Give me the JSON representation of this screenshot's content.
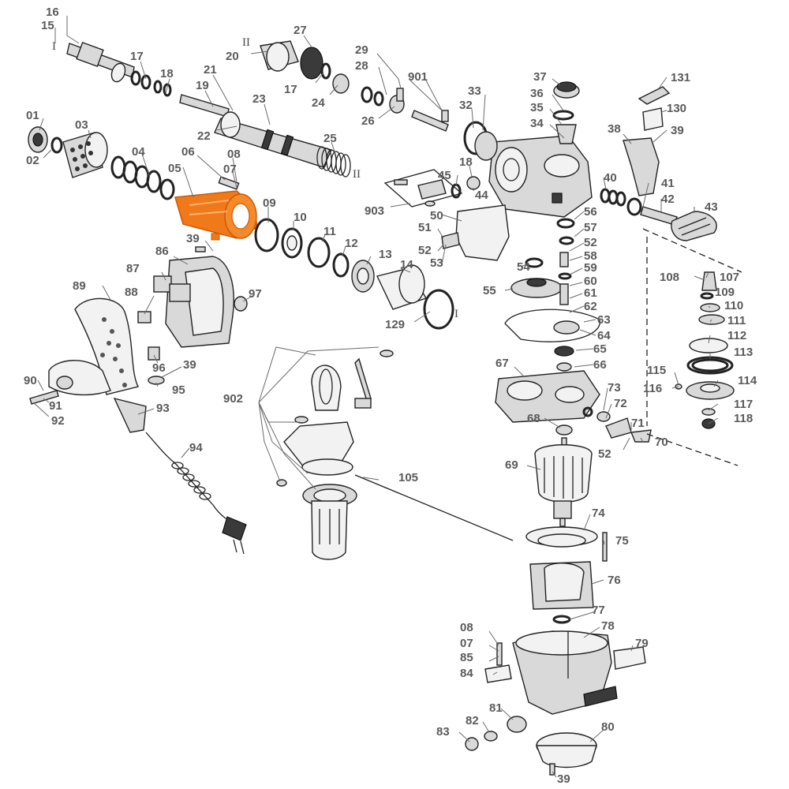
{
  "diagram": {
    "highlight_color": "#f07a1a",
    "highlighted_part": "05",
    "labels": [
      "16",
      "15",
      "17",
      "18",
      "21",
      "19",
      "20",
      "27",
      "17",
      "24",
      "29",
      "28",
      "901",
      "26",
      "23",
      "22",
      "25",
      "37",
      "36",
      "35",
      "34",
      "33",
      "32",
      "131",
      "130",
      "38",
      "39",
      "01",
      "03",
      "02",
      "04",
      "06",
      "08",
      "07",
      "05",
      "09",
      "10",
      "11",
      "12",
      "13",
      "14",
      "129",
      "39",
      "86",
      "87",
      "88",
      "89",
      "97",
      "96",
      "39",
      "95",
      "90",
      "91",
      "92",
      "93",
      "94",
      "903",
      "45",
      "18",
      "44",
      "50",
      "51",
      "52",
      "53",
      "40",
      "41",
      "42",
      "43",
      "56",
      "57",
      "52",
      "58",
      "59",
      "60",
      "61",
      "62",
      "54",
      "55",
      "63",
      "64",
      "65",
      "66",
      "67",
      "73",
      "72",
      "71",
      "70",
      "52",
      "68",
      "69",
      "902",
      "105",
      "108",
      "107",
      "109",
      "110",
      "111",
      "112",
      "113",
      "115",
      "116",
      "114",
      "117",
      "118",
      "74",
      "75",
      "76",
      "77",
      "78",
      "79",
      "08",
      "07",
      "85",
      "84",
      "81",
      "82",
      "83",
      "80",
      "39"
    ],
    "roman_marks": [
      "I",
      "II",
      "II",
      "I"
    ]
  }
}
